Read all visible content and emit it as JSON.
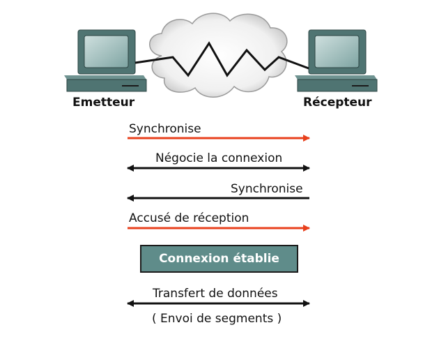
{
  "nodes": {
    "sender": "Emetteur",
    "receiver": "Récepteur"
  },
  "steps": [
    {
      "label": "Synchronise",
      "direction": "right",
      "color": "#e8401c"
    },
    {
      "label": "Négocie la connexion",
      "direction": "both",
      "color": "#111111"
    },
    {
      "label": "Synchronise",
      "direction": "left",
      "color": "#111111"
    },
    {
      "label": "Accusé de réception",
      "direction": "right",
      "color": "#e8401c"
    }
  ],
  "state": {
    "label": "Connexion établie",
    "fill": "#5f8c8a"
  },
  "transfer": {
    "label": "Transfert de données",
    "sublabel": "( Envoi de segments )",
    "direction": "both"
  }
}
